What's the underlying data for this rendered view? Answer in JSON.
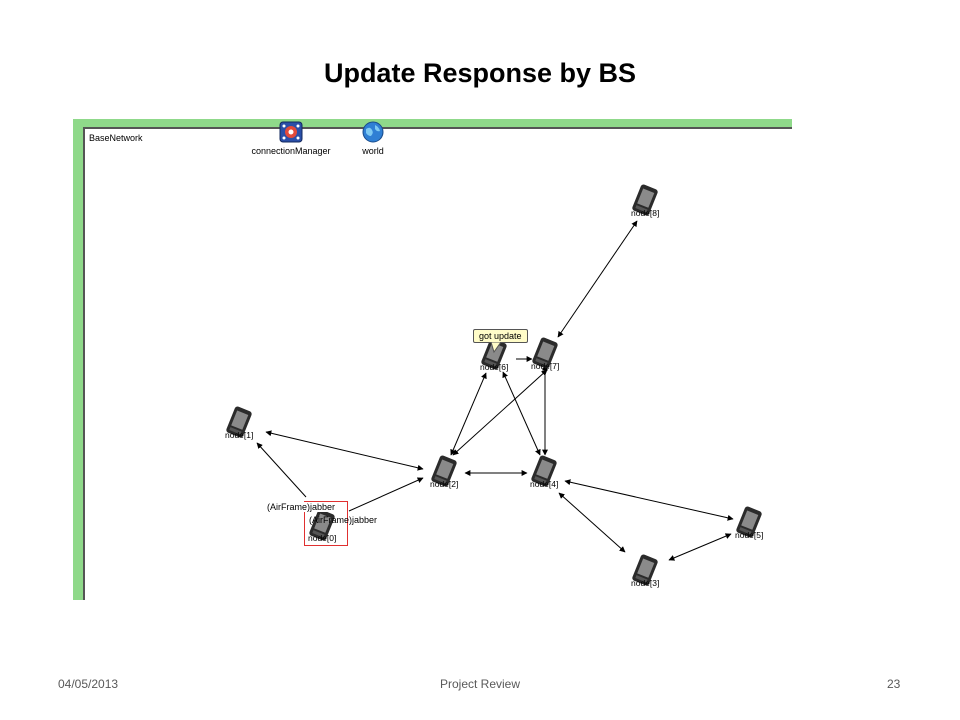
{
  "slide": {
    "title": "Update Response by BS",
    "footer": {
      "date": "04/05/2013",
      "center": "Project Review",
      "page": "23"
    }
  },
  "network": {
    "name": "BaseNetwork",
    "tools": [
      {
        "label": "connectionManager",
        "icon": "connection-manager-icon"
      },
      {
        "label": "world",
        "icon": "globe-icon"
      }
    ],
    "nodes": [
      {
        "id": "node0",
        "label": "node[0]",
        "selected": true
      },
      {
        "id": "node1",
        "label": "node[1]"
      },
      {
        "id": "node2",
        "label": "node[2]"
      },
      {
        "id": "node3",
        "label": "node[3]"
      },
      {
        "id": "node4",
        "label": "node[4]"
      },
      {
        "id": "node5",
        "label": "node[5]"
      },
      {
        "id": "node6",
        "label": "node[6]"
      },
      {
        "id": "node7",
        "label": "node[7]"
      },
      {
        "id": "node8",
        "label": "node[8]"
      }
    ],
    "messages": [
      "(AirFrame)jabber",
      "(AirFrame)jabber"
    ],
    "bubble": "got update",
    "colors": {
      "frame": "#8fd98a",
      "selection": "#e03030",
      "bubble": "#fffcc8"
    }
  }
}
